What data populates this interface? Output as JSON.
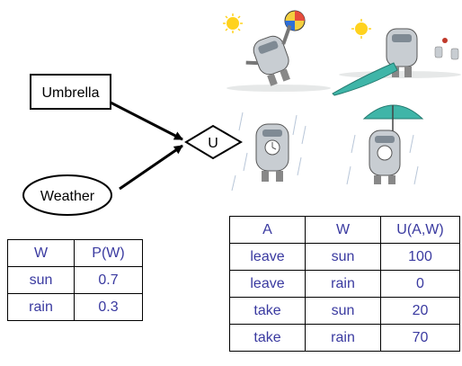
{
  "diagram": {
    "nodes": {
      "umbrella": "Umbrella",
      "weather": "Weather",
      "utility": "U"
    },
    "edges": [
      {
        "from": "Umbrella",
        "to": "U"
      },
      {
        "from": "Weather",
        "to": "U"
      }
    ]
  },
  "illustrations": [
    {
      "icon": "robot-sun-beach-ball-icon"
    },
    {
      "icon": "robot-sun-with-closed-umbrella-icon"
    },
    {
      "icon": "robot-rain-no-umbrella-icon"
    },
    {
      "icon": "robot-rain-with-umbrella-icon"
    }
  ],
  "weather_table": {
    "headers": [
      "W",
      "P(W)"
    ],
    "rows": [
      [
        "sun",
        "0.7"
      ],
      [
        "rain",
        "0.3"
      ]
    ]
  },
  "utility_table": {
    "headers": [
      "A",
      "W",
      "U(A,W)"
    ],
    "rows": [
      [
        "leave",
        "sun",
        "100"
      ],
      [
        "leave",
        "rain",
        "0"
      ],
      [
        "take",
        "sun",
        "20"
      ],
      [
        "take",
        "rain",
        "70"
      ]
    ]
  },
  "colors": {
    "table_text": "#3a3aa0",
    "sun": "#ffd21e",
    "umbrella": "#3fb5a8",
    "robot_body": "#c8cdd2"
  }
}
